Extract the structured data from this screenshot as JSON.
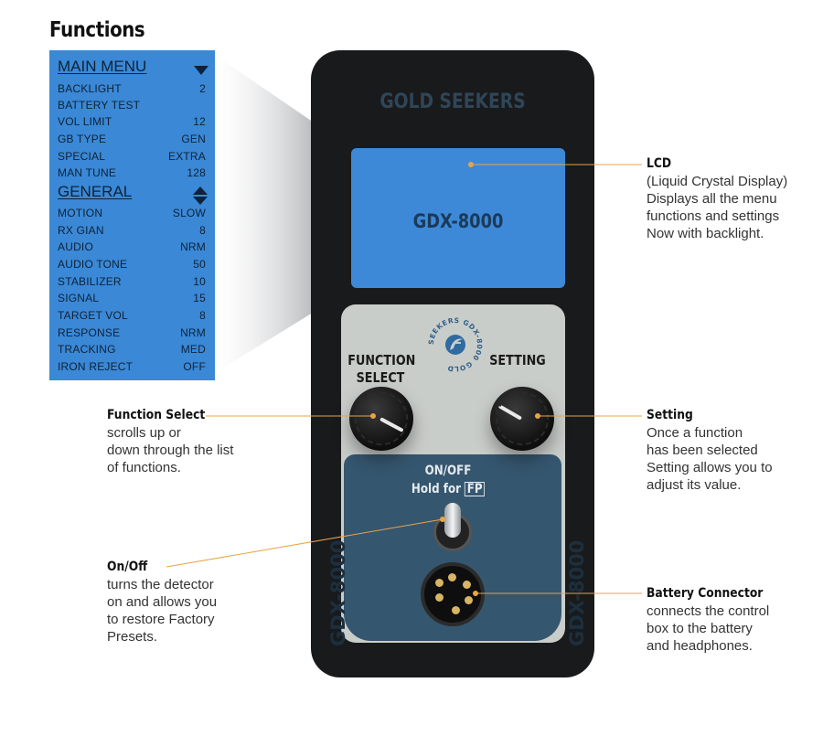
{
  "heading": "Functions",
  "menu": {
    "sections": [
      {
        "title": "MAIN MENU",
        "rows": [
          {
            "label": "BACKLIGHT",
            "value": "2"
          },
          {
            "label": "BATTERY TEST",
            "value": ""
          },
          {
            "label": "VOL LIMIT",
            "value": "12"
          },
          {
            "label": "GB TYPE",
            "value": "GEN"
          },
          {
            "label": "SPECIAL",
            "value": "EXTRA"
          },
          {
            "label": "MAN TUNE",
            "value": "128"
          }
        ]
      },
      {
        "title": "GENERAL",
        "rows": [
          {
            "label": "MOTION",
            "value": "SLOW"
          },
          {
            "label": "RX GIAN",
            "value": "8"
          },
          {
            "label": "AUDIO",
            "value": "NRM"
          },
          {
            "label": "AUDIO TONE",
            "value": "50"
          },
          {
            "label": "STABILIZER",
            "value": "10"
          },
          {
            "label": "SIGNAL",
            "value": "15"
          },
          {
            "label": "TARGET VOL",
            "value": "8"
          },
          {
            "label": "RESPONSE",
            "value": "NRM"
          },
          {
            "label": "TRACKING",
            "value": "MED"
          },
          {
            "label": "IRON REJECT",
            "value": "OFF"
          }
        ]
      }
    ]
  },
  "device": {
    "brand": "GOLD SEEKERS",
    "lcd_text": "GDX-8000",
    "function_select_label": [
      "FUNCTION",
      "SELECT"
    ],
    "setting_label": "SETTING",
    "onoff_line1": "ON/OFF",
    "onoff_line2": "Hold for",
    "onoff_fp": "FP",
    "side_text_left": "GDX-8000",
    "side_text_right": "GDX-8000",
    "logo_ring_text": "SEEKERS GDX-8000 GOLD"
  },
  "annotations": {
    "lcd": {
      "title": "LCD",
      "lines": [
        "(Liquid Crystal Display)",
        "Displays all the menu",
        "functions and settings",
        "Now with backlight."
      ]
    },
    "function_select": {
      "title": "Function Select",
      "lines": [
        "scrolls up or",
        "down through the list",
        "of functions."
      ]
    },
    "setting": {
      "title": "Setting",
      "lines": [
        "Once a function",
        "has been selected",
        "Setting allows you to",
        "adjust its value."
      ]
    },
    "onoff": {
      "title": "On/Off",
      "lines": [
        "turns the detector",
        "on and allows you",
        "to restore Factory",
        "Presets."
      ]
    },
    "battery": {
      "title": "Battery Connector",
      "lines": [
        "connects the control",
        "box to the battery",
        "and headphones."
      ]
    }
  },
  "colors": {
    "accent": "#3a88d6",
    "leader_line": "#e9a34a",
    "device_body": "#191a1c"
  }
}
